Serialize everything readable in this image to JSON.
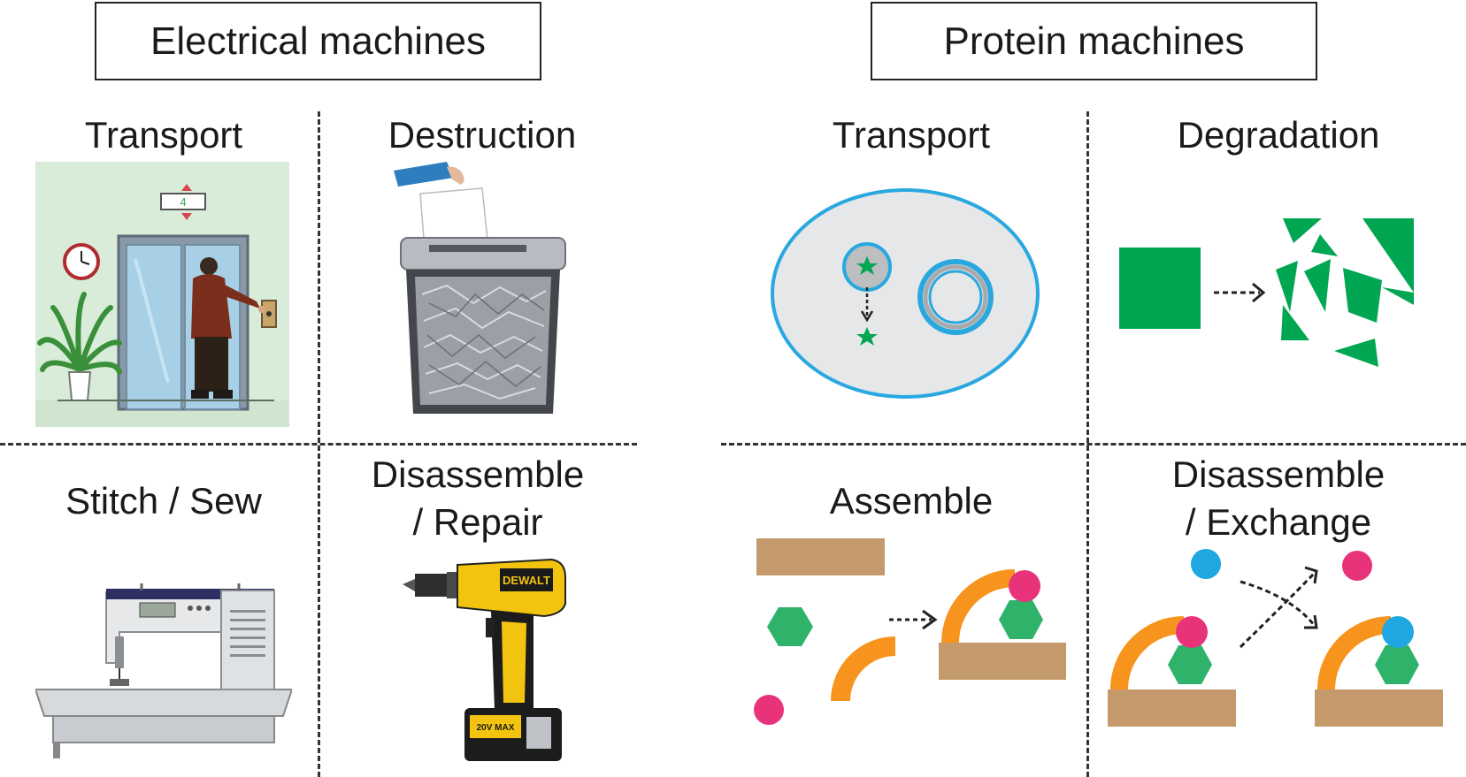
{
  "left": {
    "title": "Electrical machines",
    "panels": {
      "transport": "Transport",
      "destruction": "Destruction",
      "stitch": "Stitch / Sew",
      "disassemble_line1": "Disassemble",
      "disassemble_line2": "/ Repair"
    },
    "elevator_floor": "4",
    "drill_brand": "DEWALT",
    "drill_battery": "20V MAX"
  },
  "right": {
    "title": "Protein machines",
    "panels": {
      "transport": "Transport",
      "degradation": "Degradation",
      "assemble": "Assemble",
      "disassemble_line1": "Disassemble",
      "disassemble_line2": "/ Exchange"
    }
  },
  "colors": {
    "green": "#00a651",
    "hexagon_green": "#2fb36b",
    "orange": "#f7941d",
    "brown": "#c49a6c",
    "pink": "#e8337a",
    "blue": "#1ea7e1",
    "cell_outline": "#29a8e0",
    "cell_fill": "#e6e7e8"
  }
}
